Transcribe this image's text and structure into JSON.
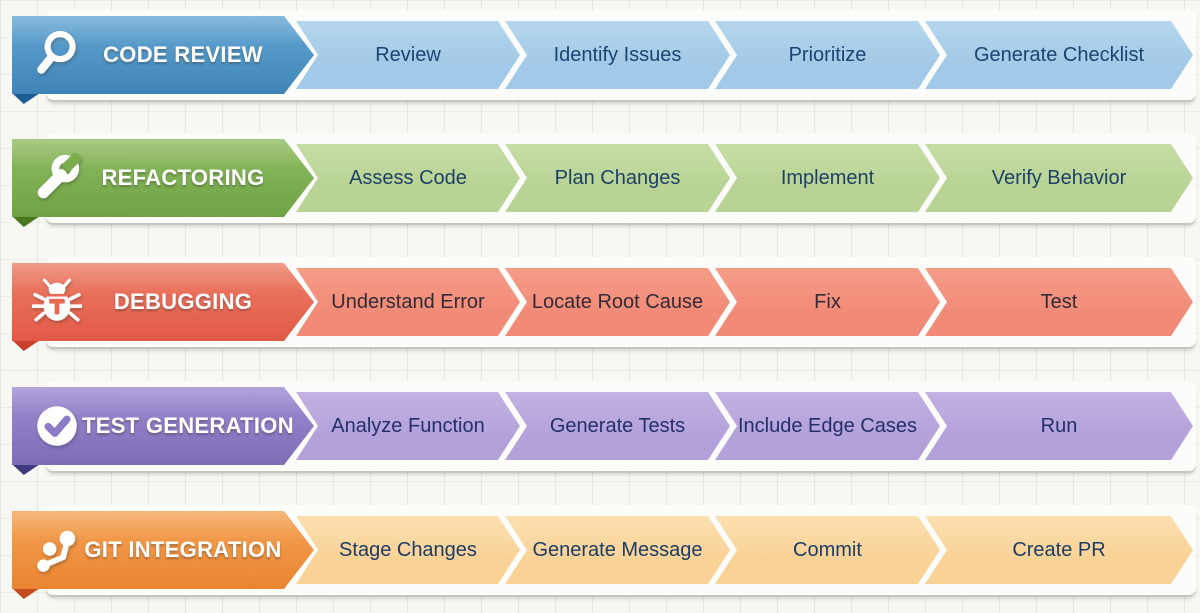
{
  "background": {
    "base": "#f7f7f3",
    "grid_line": "#dcdcd4",
    "strip": "#fcfcfa"
  },
  "rows": [
    {
      "label": "CODE REVIEW",
      "icon": "magnifier-icon",
      "steps": [
        "Review",
        "Identify Issues",
        "Prioritize",
        "Generate Checklist"
      ],
      "colors": {
        "header_top": "#64a7d4",
        "header_bottom": "#3f84b8",
        "fold": "#1d5c94",
        "step_top": "#b6d6ed",
        "step_bg": "#a2c9e7",
        "step_text": "#1b4470",
        "icon_accent": "#4a90c4"
      }
    },
    {
      "label": "REFACTORING",
      "icon": "wrench-icon",
      "steps": [
        "Assess Code",
        "Plan Changes",
        "Implement",
        "Verify Behavior"
      ],
      "colors": {
        "header_top": "#8fbd62",
        "header_bottom": "#6fa244",
        "fold": "#47771f",
        "step_top": "#c6dda6",
        "step_bg": "#b8d394",
        "step_text": "#1d4166",
        "icon_accent": "#7cab4e"
      }
    },
    {
      "label": "DEBUGGING",
      "icon": "bug-icon",
      "steps": [
        "Understand Error",
        "Locate Root Cause",
        "Fix",
        "Test"
      ],
      "colors": {
        "header_top": "#ed7e68",
        "header_bottom": "#e25946",
        "fold": "#c83f2b",
        "step_top": "#f59c89",
        "step_bg": "#f18b77",
        "step_text": "#332a36",
        "icon_accent": "#e86a55"
      }
    },
    {
      "label": "TEST GENERATION",
      "icon": "check-circle-icon",
      "steps": [
        "Analyze Function",
        "Generate Tests",
        "Include Edge Cases",
        "Run"
      ],
      "colors": {
        "header_top": "#9d8cd1",
        "header_bottom": "#7f6cb8",
        "fold": "#3f3a7d",
        "step_top": "#c1b2e2",
        "step_bg": "#b3a2da",
        "step_text": "#252f68",
        "icon_accent": "#8d7ac6"
      }
    },
    {
      "label": "GIT INTEGRATION",
      "icon": "git-branch-icon",
      "steps": [
        "Stage Changes",
        "Generate Message",
        "Commit",
        "Create PR"
      ],
      "colors": {
        "header_top": "#f4a355",
        "header_bottom": "#ea8430",
        "fold": "#c44d1f",
        "step_top": "#fce0b0",
        "step_bg": "#f9d296",
        "step_text": "#1c3c64",
        "icon_accent": "#f0943f"
      }
    }
  ]
}
